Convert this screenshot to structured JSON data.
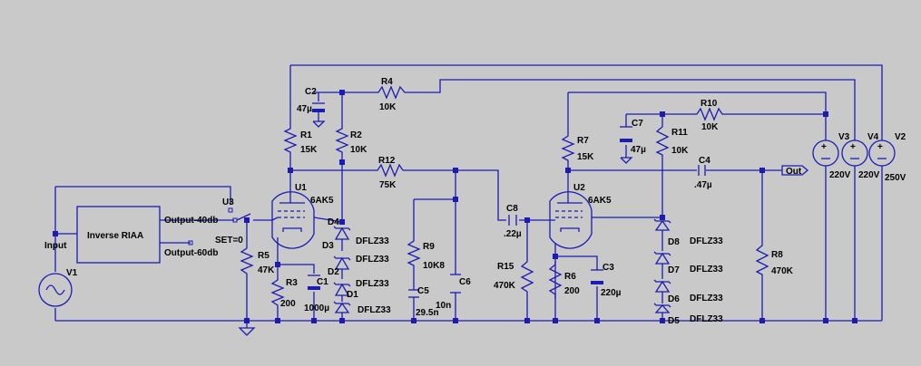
{
  "labels": {
    "C2": "C2",
    "C2v": "47µ",
    "R4": "R4",
    "R4v": "10K",
    "R1": "R1",
    "R1v": "15K",
    "R2": "R2",
    "R2v": "10K",
    "R12": "R12",
    "R12v": "75K",
    "U1": "U1",
    "U1v": "6AK5",
    "U3": "U3",
    "out40": "Output-40db",
    "set0": "SET=0",
    "out60": "Output-60db",
    "riaa": "Inverse RIAA",
    "input": "Input",
    "V1": "V1",
    "R5": "R5",
    "R5v": "47K",
    "R3": "R3",
    "R3v": "200",
    "C1": "C1",
    "C1v": "1000µ",
    "D4": "D4",
    "D3": "D3",
    "D2": "D2",
    "D1": "D1",
    "D4v": "DFLZ33",
    "D3v": "DFLZ33",
    "D2v": "DFLZ33",
    "D1v": "DFLZ33",
    "R9": "R9",
    "R9v": "10K8",
    "C5": "C5",
    "C5v": "29.5n",
    "C6": "C6",
    "C6v": "10n",
    "C8": "C8",
    "C8v": ".22µ",
    "R15": "R15",
    "R15v": "470K",
    "U2": "U2",
    "U2v": "6AK5",
    "R6": "R6",
    "R6v": "200",
    "C3": "C3",
    "C3v": "220µ",
    "C7": "C7",
    "C7v": "47µ",
    "R7": "R7",
    "R7v": "15K",
    "R10": "R10",
    "R10v": "10K",
    "R11": "R11",
    "R11v": "10K",
    "C4": "C4",
    "C4v": ".47µ",
    "out": "Out",
    "D8": "D8",
    "D7": "D7",
    "D6": "D6",
    "D5": "D5",
    "D8v": "DFLZ33",
    "D7v": "DFLZ33",
    "D6v": "DFLZ33",
    "D5v": "DFLZ33",
    "R8": "R8",
    "R8v": "470K",
    "V3": "V3",
    "V3v": "220V",
    "V4": "V4",
    "V4v": "220V",
    "V2": "V2",
    "V2v": "250V"
  },
  "colors": {
    "background": "#c9c9c9",
    "wire": "#1c1cb4",
    "text": "#000000"
  }
}
